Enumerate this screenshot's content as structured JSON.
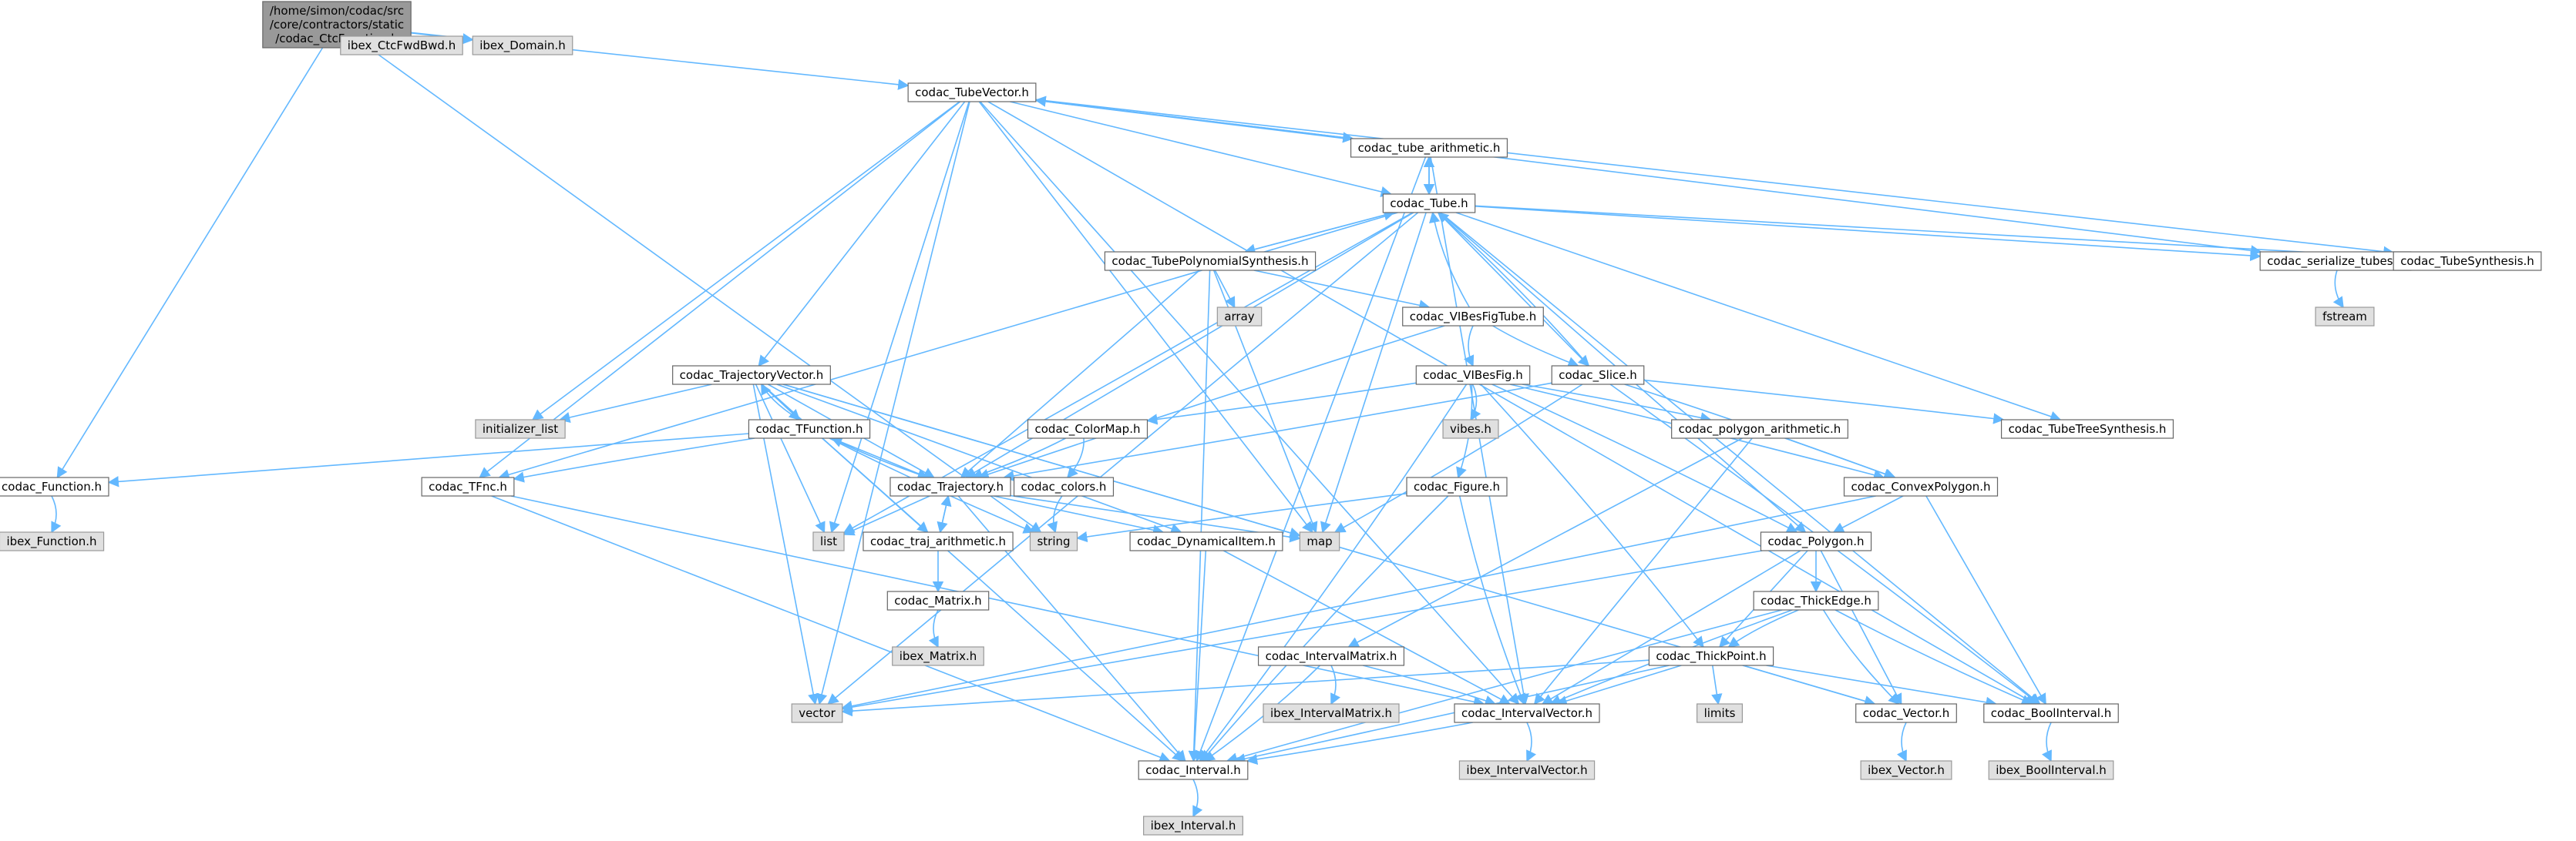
{
  "colors": {
    "edge": "#63b8ff",
    "root_fill": "#999999",
    "root_stroke": "#666666",
    "node_fill": "#ffffff",
    "node_stroke": "#666666",
    "external_fill": "#e0e0e0",
    "external_stroke": "#999999",
    "text": "#000000"
  },
  "graph": {
    "nodes": [
      {
        "id": "root",
        "kind": "root",
        "label": "/home/simon/codac/src\n/core/contractors/static\n/codac_CtcFunction.h"
      },
      {
        "id": "ibex_CtcFwdBwd",
        "kind": "external",
        "label": "ibex_CtcFwdBwd.h"
      },
      {
        "id": "ibex_Domain",
        "kind": "external",
        "label": "ibex_Domain.h"
      },
      {
        "id": "TubeVector",
        "kind": "normal",
        "label": "codac_TubeVector.h"
      },
      {
        "id": "tube_arith",
        "kind": "normal",
        "label": "codac_tube_arithmetic.h"
      },
      {
        "id": "Tube",
        "kind": "normal",
        "label": "codac_Tube.h"
      },
      {
        "id": "TubePolySynth",
        "kind": "normal",
        "label": "codac_TubePolynomialSynthesis.h"
      },
      {
        "id": "array",
        "kind": "external",
        "label": "array"
      },
      {
        "id": "VIBesFigTube",
        "kind": "normal",
        "label": "codac_VIBesFigTube.h"
      },
      {
        "id": "serialize_tubes",
        "kind": "normal",
        "label": "codac_serialize_tubes.h"
      },
      {
        "id": "TubeSynthesis",
        "kind": "normal",
        "label": "codac_TubeSynthesis.h"
      },
      {
        "id": "fstream",
        "kind": "external",
        "label": "fstream"
      },
      {
        "id": "TrajVector",
        "kind": "normal",
        "label": "codac_TrajectoryVector.h"
      },
      {
        "id": "initializer_list",
        "kind": "external",
        "label": "initializer_list"
      },
      {
        "id": "VIBesFig",
        "kind": "normal",
        "label": "codac_VIBesFig.h"
      },
      {
        "id": "Slice",
        "kind": "normal",
        "label": "codac_Slice.h"
      },
      {
        "id": "vibes",
        "kind": "external",
        "label": "vibes.h"
      },
      {
        "id": "TubeTreeSynth",
        "kind": "normal",
        "label": "codac_TubeTreeSynthesis.h"
      },
      {
        "id": "TFunction",
        "kind": "normal",
        "label": "codac_TFunction.h"
      },
      {
        "id": "ColorMap",
        "kind": "normal",
        "label": "codac_ColorMap.h"
      },
      {
        "id": "poly_arith",
        "kind": "normal",
        "label": "codac_polygon_arithmetic.h"
      },
      {
        "id": "Function",
        "kind": "normal",
        "label": "codac_Function.h"
      },
      {
        "id": "TFnc",
        "kind": "normal",
        "label": "codac_TFnc.h"
      },
      {
        "id": "Trajectory",
        "kind": "normal",
        "label": "codac_Trajectory.h"
      },
      {
        "id": "colors",
        "kind": "normal",
        "label": "codac_colors.h"
      },
      {
        "id": "Figure",
        "kind": "normal",
        "label": "codac_Figure.h"
      },
      {
        "id": "ConvexPolygon",
        "kind": "normal",
        "label": "codac_ConvexPolygon.h"
      },
      {
        "id": "ibex_Function",
        "kind": "external",
        "label": "ibex_Function.h"
      },
      {
        "id": "list",
        "kind": "external",
        "label": "list"
      },
      {
        "id": "traj_arith",
        "kind": "normal",
        "label": "codac_traj_arithmetic.h"
      },
      {
        "id": "string",
        "kind": "external",
        "label": "string"
      },
      {
        "id": "DynamicalItem",
        "kind": "normal",
        "label": "codac_DynamicalItem.h"
      },
      {
        "id": "map",
        "kind": "external",
        "label": "map"
      },
      {
        "id": "Polygon",
        "kind": "normal",
        "label": "codac_Polygon.h"
      },
      {
        "id": "Matrix",
        "kind": "normal",
        "label": "codac_Matrix.h"
      },
      {
        "id": "ThickEdge",
        "kind": "normal",
        "label": "codac_ThickEdge.h"
      },
      {
        "id": "ibex_Matrix",
        "kind": "external",
        "label": "ibex_Matrix.h"
      },
      {
        "id": "IntervalMatrix",
        "kind": "normal",
        "label": "codac_IntervalMatrix.h"
      },
      {
        "id": "ThickPoint",
        "kind": "normal",
        "label": "codac_ThickPoint.h"
      },
      {
        "id": "vector",
        "kind": "external",
        "label": "vector"
      },
      {
        "id": "ibex_IntervalMatrix",
        "kind": "external",
        "label": "ibex_IntervalMatrix.h"
      },
      {
        "id": "IntervalVector",
        "kind": "normal",
        "label": "codac_IntervalVector.h"
      },
      {
        "id": "limits",
        "kind": "external",
        "label": "limits"
      },
      {
        "id": "Vector",
        "kind": "normal",
        "label": "codac_Vector.h"
      },
      {
        "id": "BoolInterval",
        "kind": "normal",
        "label": "codac_BoolInterval.h"
      },
      {
        "id": "Interval",
        "kind": "normal",
        "label": "codac_Interval.h"
      },
      {
        "id": "ibex_IntervalVector",
        "kind": "external",
        "label": "ibex_IntervalVector.h"
      },
      {
        "id": "ibex_Vector",
        "kind": "external",
        "label": "ibex_Vector.h"
      },
      {
        "id": "ibex_BoolInterval",
        "kind": "external",
        "label": "ibex_BoolInterval.h"
      },
      {
        "id": "ibex_Interval",
        "kind": "external",
        "label": "ibex_Interval.h"
      }
    ],
    "edges": [
      [
        "root",
        "ibex_CtcFwdBwd"
      ],
      [
        "root",
        "ibex_Domain"
      ],
      [
        "root",
        "TubeVector"
      ],
      [
        "root",
        "Function"
      ],
      [
        "root",
        "string"
      ],
      [
        "TubeVector",
        "tube_arith"
      ],
      [
        "TubeVector",
        "Tube"
      ],
      [
        "TubeVector",
        "TrajVector"
      ],
      [
        "TubeVector",
        "serialize_tubes"
      ],
      [
        "TubeVector",
        "TubeSynthesis"
      ],
      [
        "TubeVector",
        "initializer_list"
      ],
      [
        "TubeVector",
        "vector"
      ],
      [
        "TubeVector",
        "map"
      ],
      [
        "TubeVector",
        "TFnc"
      ],
      [
        "TubeVector",
        "list"
      ],
      [
        "TubeVector",
        "IntervalVector"
      ],
      [
        "TubeVector",
        "BoolInterval"
      ],
      [
        "tube_arith",
        "TubeVector"
      ],
      [
        "tube_arith",
        "Tube"
      ],
      [
        "tube_arith",
        "Interval"
      ],
      [
        "tube_arith",
        "IntervalVector"
      ],
      [
        "Tube",
        "tube_arith"
      ],
      [
        "Tube",
        "TubePolySynth"
      ],
      [
        "Tube",
        "Slice"
      ],
      [
        "Tube",
        "Trajectory"
      ],
      [
        "Tube",
        "serialize_tubes"
      ],
      [
        "Tube",
        "TubeSynthesis"
      ],
      [
        "Tube",
        "TubeTreeSynth"
      ],
      [
        "Tube",
        "vector"
      ],
      [
        "Tube",
        "map"
      ],
      [
        "Tube",
        "list"
      ],
      [
        "Tube",
        "TFnc"
      ],
      [
        "Tube",
        "BoolInterval"
      ],
      [
        "Tube",
        "Polygon"
      ],
      [
        "TubePolySynth",
        "Tube"
      ],
      [
        "TubePolySynth",
        "array"
      ],
      [
        "TubePolySynth",
        "VIBesFigTube"
      ],
      [
        "TubePolySynth",
        "map"
      ],
      [
        "TubePolySynth",
        "Trajectory"
      ],
      [
        "TubePolySynth",
        "Interval"
      ],
      [
        "VIBesFigTube",
        "Tube"
      ],
      [
        "VIBesFigTube",
        "Slice"
      ],
      [
        "VIBesFigTube",
        "VIBesFig"
      ],
      [
        "VIBesFigTube",
        "Trajectory"
      ],
      [
        "serialize_tubes",
        "fstream"
      ],
      [
        "TrajVector",
        "Trajectory"
      ],
      [
        "TrajVector",
        "TFunction"
      ],
      [
        "TrajVector",
        "initializer_list"
      ],
      [
        "TrajVector",
        "list"
      ],
      [
        "TrajVector",
        "map"
      ],
      [
        "TrajVector",
        "vector"
      ],
      [
        "TrajVector",
        "DynamicalItem"
      ],
      [
        "TrajVector",
        "traj_arith"
      ],
      [
        "TrajVector",
        "Vector"
      ],
      [
        "TrajVector",
        "Interval"
      ],
      [
        "VIBesFig",
        "vibes"
      ],
      [
        "VIBesFig",
        "ColorMap"
      ],
      [
        "VIBesFig",
        "Figure"
      ],
      [
        "VIBesFig",
        "poly_arith"
      ],
      [
        "VIBesFig",
        "Polygon"
      ],
      [
        "VIBesFig",
        "ConvexPolygon"
      ],
      [
        "VIBesFig",
        "ThickPoint"
      ],
      [
        "VIBesFig",
        "Interval"
      ],
      [
        "Slice",
        "Tube"
      ],
      [
        "Slice",
        "TubeTreeSynth"
      ],
      [
        "Slice",
        "ConvexPolygon"
      ],
      [
        "Slice",
        "Trajectory"
      ],
      [
        "Slice",
        "map"
      ],
      [
        "Slice",
        "BoolInterval"
      ],
      [
        "TFunction",
        "Trajectory"
      ],
      [
        "TFunction",
        "TrajVector"
      ],
      [
        "TFunction",
        "Function"
      ],
      [
        "TFunction",
        "TFnc"
      ],
      [
        "TFunction",
        "string"
      ],
      [
        "ColorMap",
        "Trajectory"
      ],
      [
        "ColorMap",
        "colors"
      ],
      [
        "poly_arith",
        "ConvexPolygon"
      ],
      [
        "poly_arith",
        "IntervalMatrix"
      ],
      [
        "poly_arith",
        "IntervalVector"
      ],
      [
        "Function",
        "ibex_Function"
      ],
      [
        "TFnc",
        "IntervalVector"
      ],
      [
        "TFnc",
        "Interval"
      ],
      [
        "Trajectory",
        "traj_arith"
      ],
      [
        "Trajectory",
        "list"
      ],
      [
        "Trajectory",
        "map"
      ],
      [
        "Trajectory",
        "DynamicalItem"
      ],
      [
        "Trajectory",
        "TFunction"
      ],
      [
        "Trajectory",
        "Interval"
      ],
      [
        "colors",
        "string"
      ],
      [
        "Figure",
        "string"
      ],
      [
        "Figure",
        "IntervalVector"
      ],
      [
        "Figure",
        "Interval"
      ],
      [
        "ConvexPolygon",
        "Polygon"
      ],
      [
        "ConvexPolygon",
        "BoolInterval"
      ],
      [
        "ConvexPolygon",
        "vector"
      ],
      [
        "traj_arith",
        "Trajectory"
      ],
      [
        "traj_arith",
        "Matrix"
      ],
      [
        "DynamicalItem",
        "IntervalVector"
      ],
      [
        "DynamicalItem",
        "Interval"
      ],
      [
        "Polygon",
        "ThickEdge"
      ],
      [
        "Polygon",
        "ThickPoint"
      ],
      [
        "Polygon",
        "IntervalVector"
      ],
      [
        "Polygon",
        "Vector"
      ],
      [
        "Polygon",
        "vector"
      ],
      [
        "Matrix",
        "ibex_Matrix"
      ],
      [
        "ThickEdge",
        "ThickPoint"
      ],
      [
        "ThickEdge",
        "Vector"
      ],
      [
        "ThickEdge",
        "BoolInterval"
      ],
      [
        "ThickEdge",
        "IntervalVector"
      ],
      [
        "ThickEdge",
        "Interval"
      ],
      [
        "IntervalMatrix",
        "ibex_IntervalMatrix"
      ],
      [
        "IntervalMatrix",
        "IntervalVector"
      ],
      [
        "IntervalMatrix",
        "Interval"
      ],
      [
        "ThickPoint",
        "IntervalVector"
      ],
      [
        "ThickPoint",
        "Vector"
      ],
      [
        "ThickPoint",
        "BoolInterval"
      ],
      [
        "ThickPoint",
        "limits"
      ],
      [
        "ThickPoint",
        "vector"
      ],
      [
        "ThickPoint",
        "Interval"
      ],
      [
        "IntervalVector",
        "Interval"
      ],
      [
        "IntervalVector",
        "ibex_IntervalVector"
      ],
      [
        "Vector",
        "ibex_Vector"
      ],
      [
        "BoolInterval",
        "ibex_BoolInterval"
      ],
      [
        "Interval",
        "ibex_Interval"
      ]
    ]
  }
}
